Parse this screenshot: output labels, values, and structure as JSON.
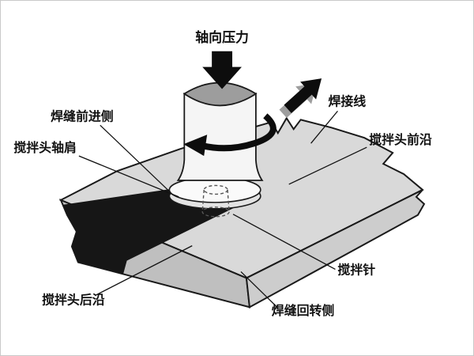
{
  "figure": {
    "type": "friction-stir-welding-schematic",
    "labels": {
      "axial_pressure": "轴向压力",
      "weld_line": "焊接线",
      "weld_advancing_side": "焊缝前进侧",
      "tool_shoulder": "搅拌头轴肩",
      "tool_leading_edge": "搅拌头前沿",
      "stir_pin": "搅拌针",
      "tool_trailing_edge": "搅拌头后沿",
      "weld_retreating_side": "焊缝回转侧"
    },
    "colors": {
      "background": "#ffffff",
      "plate_top": "#d9d9d9",
      "plate_front_left": "#bfbfbf",
      "plate_front_right": "#cdcdcd",
      "weld_seam": "#161616",
      "tool_body": "#f5f5f5",
      "tool_top_opening": "#9d9d9d",
      "shoulder_top": "#fafafa",
      "shoulder_side": "#e3e3e3",
      "outline": "#1a1a1a",
      "arrow": "#0d0d0d",
      "arrow_shadow": "#9e9e9e"
    }
  }
}
